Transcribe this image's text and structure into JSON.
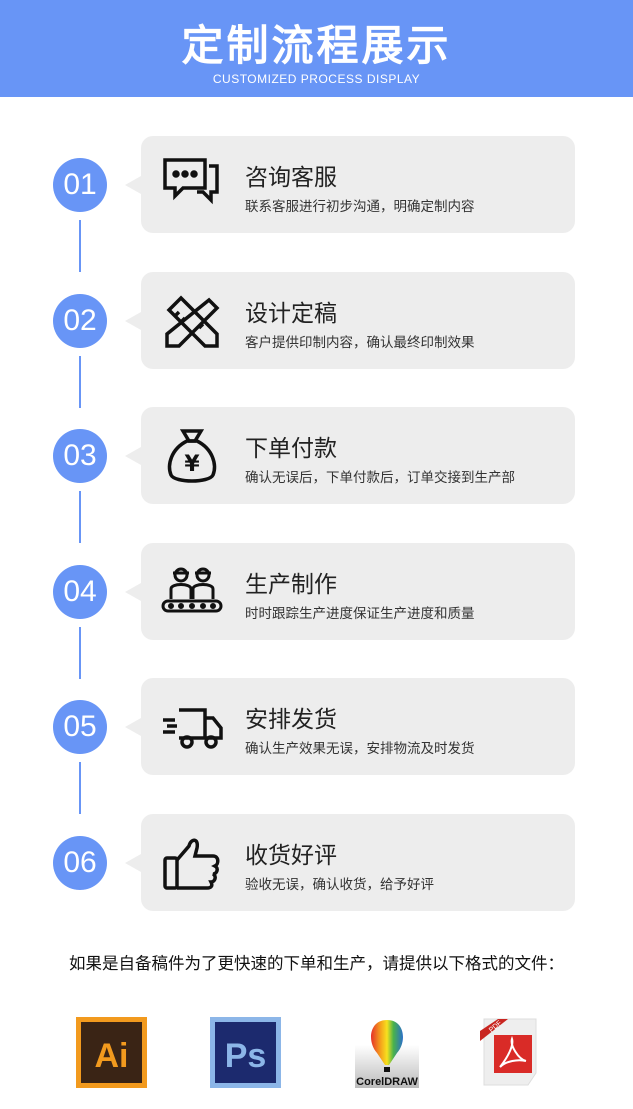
{
  "header": {
    "title": "定制流程展示",
    "subtitle": "CUSTOMIZED PROCESS DISPLAY"
  },
  "steps": [
    {
      "num": "01",
      "title": "咨询客服",
      "desc": "联系客服进行初步沟通，明确定制内容",
      "icon": "chat-bubbles-icon"
    },
    {
      "num": "02",
      "title": "设计定稿",
      "desc": "客户提供印制内容，确认最终印制效果",
      "icon": "pencil-ruler-icon"
    },
    {
      "num": "03",
      "title": "下单付款",
      "desc": "确认无误后，下单付款后，订单交接到生产部",
      "icon": "money-bag-icon"
    },
    {
      "num": "04",
      "title": "生产制作",
      "desc": "时时跟踪生产进度保证生产进度和质量",
      "icon": "workers-conveyor-icon"
    },
    {
      "num": "05",
      "title": "安排发货",
      "desc": "确认生产效果无误，安排物流及时发货",
      "icon": "delivery-truck-icon"
    },
    {
      "num": "06",
      "title": "收货好评",
      "desc": "验收无误，确认收货，给予好评",
      "icon": "thumbs-up-icon"
    }
  ],
  "note": "如果是自备稿件为了更快速的下单和生产，请提供以下格式的文件：",
  "formats": [
    {
      "label": "Ai"
    },
    {
      "label": "Ps"
    },
    {
      "label": "CorelDRAW"
    },
    {
      "label": "PDF"
    }
  ],
  "colors": {
    "accent": "#6895f6",
    "card": "#ededed"
  }
}
